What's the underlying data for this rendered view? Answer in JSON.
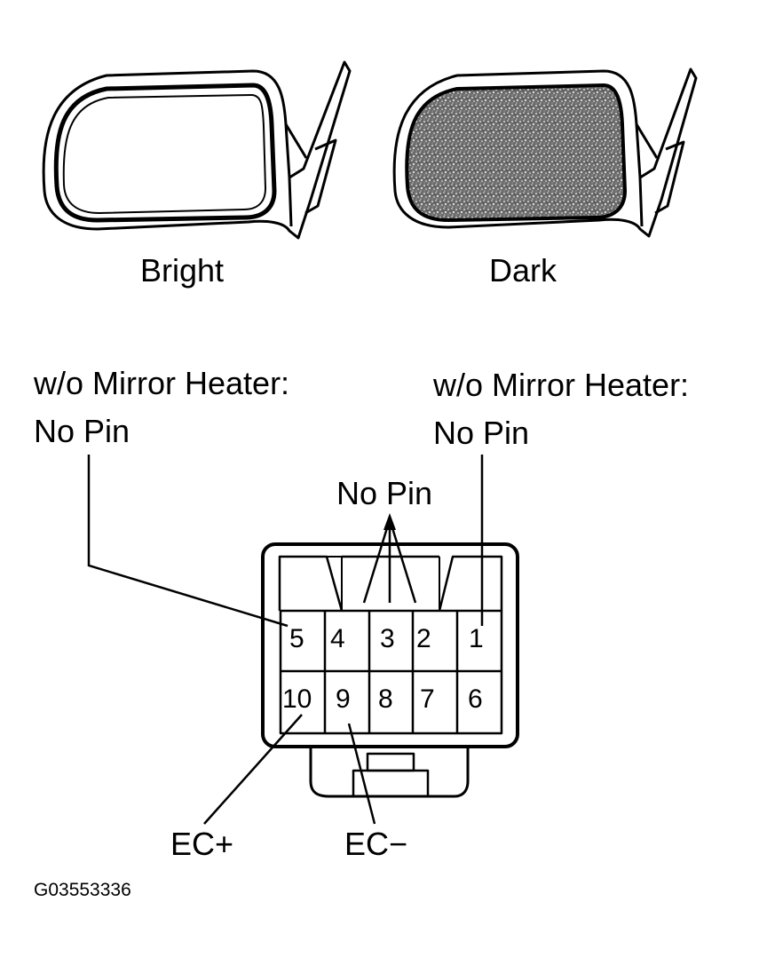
{
  "mirrors": {
    "bright_label": "Bright",
    "dark_label": "Dark"
  },
  "notes": {
    "left_line1": "w/o Mirror Heater:",
    "left_line2": "No Pin",
    "right_line1": "w/o Mirror Heater:",
    "right_line2": "No Pin",
    "center": "No Pin"
  },
  "connector": {
    "top_row": [
      "5",
      "4",
      "3",
      "2",
      "1"
    ],
    "bottom_row": [
      "10",
      "9",
      "8",
      "7",
      "6"
    ]
  },
  "signals": {
    "ec_plus": "EC+",
    "ec_minus": "EC−"
  },
  "figure_code": "G03553336"
}
